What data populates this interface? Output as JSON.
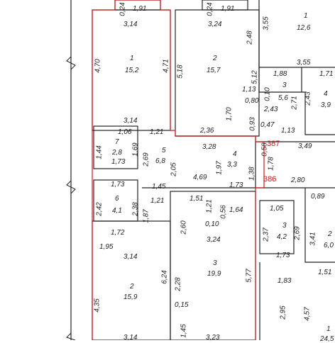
{
  "apartments": {
    "a387": "387",
    "a386": "386"
  },
  "rooms": [
    {
      "no": "1",
      "area": "15,2"
    },
    {
      "no": "2",
      "area": "15,7"
    },
    {
      "no": "1",
      "area": "12,6"
    },
    {
      "no": "3",
      "area": "5,6"
    },
    {
      "no": "4",
      "area": "3,9"
    },
    {
      "no": "7",
      "area": "2,8"
    },
    {
      "no": "5",
      "area": "6,8"
    },
    {
      "no": "4",
      "area": "3,3"
    },
    {
      "no": "6",
      "area": "4,1"
    },
    {
      "no": "3",
      "area": "4,2"
    },
    {
      "no": "2",
      "area": "6,0"
    },
    {
      "no": "3",
      "area": "19,9"
    },
    {
      "no": "2",
      "area": "15,9"
    },
    {
      "no": "1",
      "area": "24,5"
    }
  ],
  "dims": {
    "d024a": "0,24",
    "d191a": "1,91",
    "d314a": "3,14",
    "d470": "4,70",
    "d471": "4,71",
    "d024b": "0,24",
    "d191b": "1,91",
    "d324a": "3,24",
    "d518": "5,18",
    "d248": "2,48",
    "d512": "5,12",
    "d355a": "3,55",
    "d355b": "3,55",
    "d188": "1,88",
    "d171": "1,71",
    "d243": "2,43",
    "d271": "2,71",
    "d113a": "1,13",
    "d080": "0,80",
    "d010a": "0,10",
    "d243b": "2,43",
    "d170": "1,70",
    "d093": "0,93",
    "d047": "0,47",
    "d113b": "1,13",
    "d236": "2,36",
    "d314b": "3,14",
    "d106": "1,06",
    "d121a": "1,21",
    "d144": "1,44",
    "d169": "1,69",
    "d173a": "1,73",
    "d269": "2,69",
    "d205": "2,05",
    "d328": "3,28",
    "d058": "0,58",
    "d349": "3,49",
    "d178": "1,78",
    "d138": "1,38",
    "d280": "2,80",
    "d469": "4,69",
    "d197": "1,97",
    "d173b": "1,73",
    "d173c": "1,73",
    "d242": "2,42",
    "d238": "2,38",
    "d145": "1,45",
    "d121b": "1,21",
    "d151": "1,51",
    "d121c": "1,21",
    "d056": "0,56",
    "d164": "1,64",
    "d187": "1,87",
    "d172": "1,72",
    "d260": "2,60",
    "d010b": "0,10",
    "d324b": "3,24",
    "d105": "1,05",
    "d237": "2,37",
    "d269b": "2,69",
    "d341": "3,41",
    "d173d": "1,73",
    "d089": "0,89",
    "d195": "1,95",
    "d314c": "3,14",
    "d624": "6,24",
    "d228": "2,28",
    "d577": "5,77",
    "d183": "1,83",
    "d151b": "1,51",
    "d435": "4,35",
    "d015": "0,15",
    "d295": "2,95",
    "d457": "4,57",
    "d145b": "1,45",
    "d314d": "3,14",
    "d323": "3,23"
  },
  "colors": {
    "wall": "#222222",
    "outline": "#d11a1a",
    "text": "#222222"
  }
}
